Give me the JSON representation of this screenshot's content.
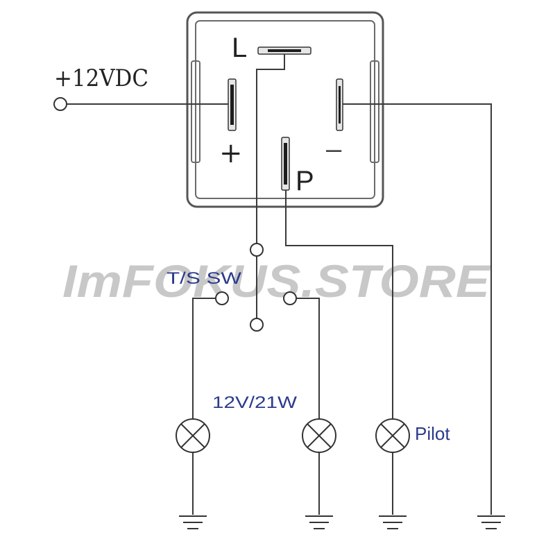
{
  "labels": {
    "supply": "+12VDC",
    "terminal_l": "L",
    "terminal_plus": "+",
    "terminal_minus": "–",
    "terminal_p": "P",
    "switch": "T/S SW",
    "lamp_rating": "12V/21W",
    "pilot": "Pilot"
  },
  "watermark": "ImFOKUS.STORE",
  "colors": {
    "wire": "#3a3a3a",
    "label_blue": "#2b3a8c",
    "label_dark": "#222222",
    "watermark": "#c8c8c8"
  },
  "components": {
    "relay_terminals": [
      "L",
      "+",
      "–",
      "P"
    ],
    "lamps": [
      "lamp-left",
      "lamp-right",
      "lamp-pilot"
    ],
    "grounds": 4
  }
}
